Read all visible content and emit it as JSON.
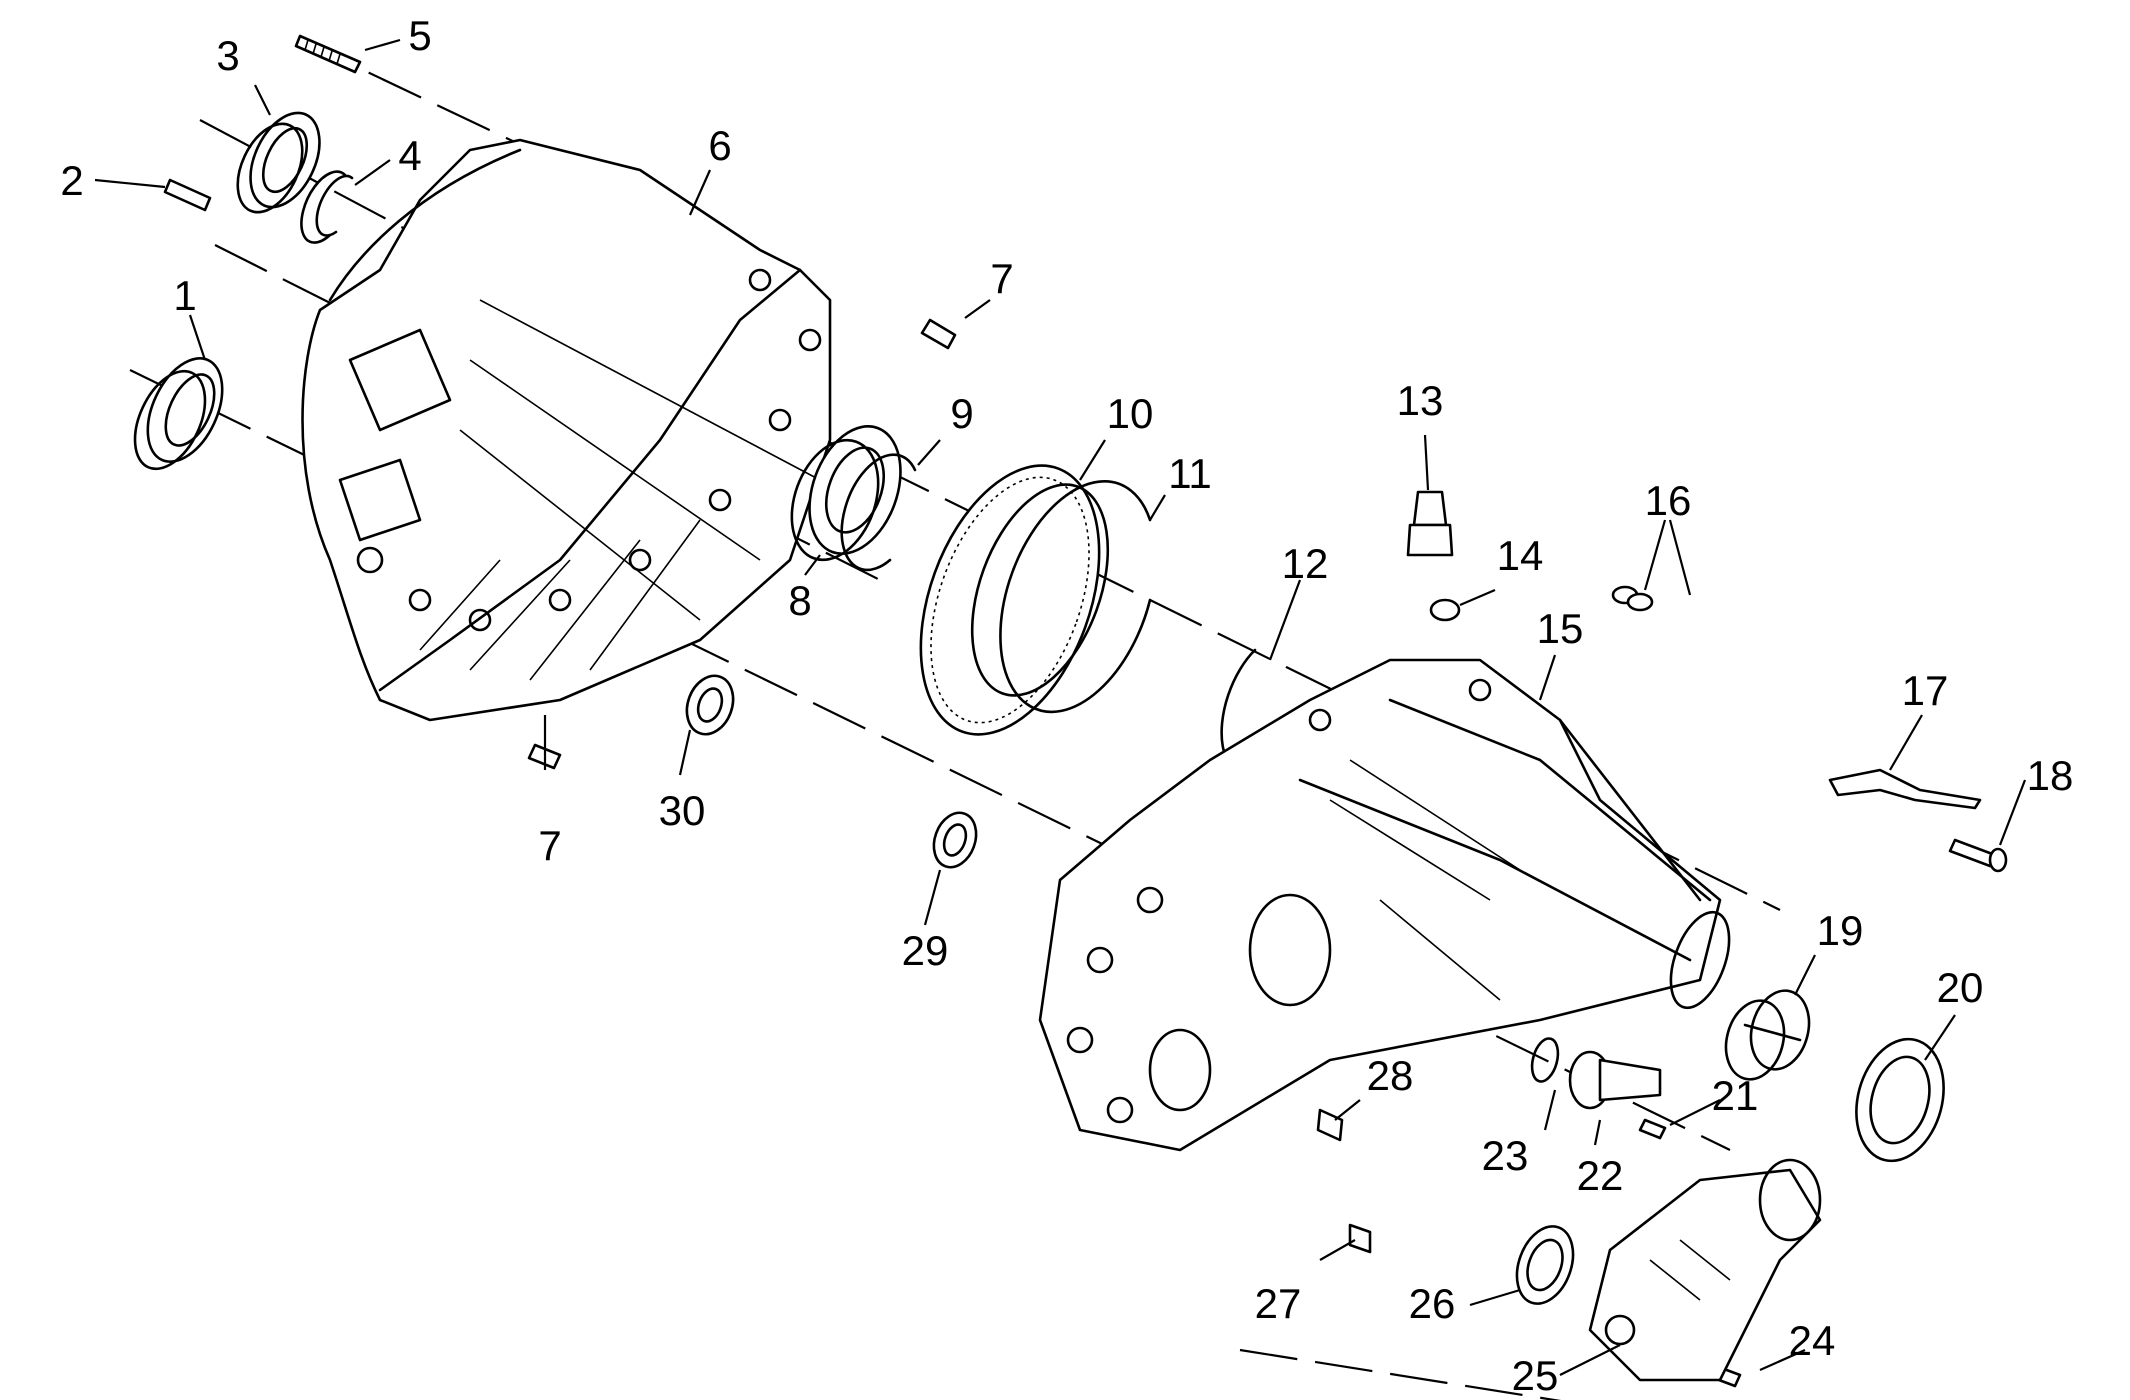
{
  "callouts": [
    {
      "id": "1",
      "label": "1"
    },
    {
      "id": "2",
      "label": "2"
    },
    {
      "id": "3",
      "label": "3"
    },
    {
      "id": "4",
      "label": "4"
    },
    {
      "id": "5",
      "label": "5"
    },
    {
      "id": "6",
      "label": "6"
    },
    {
      "id": "7a",
      "label": "7"
    },
    {
      "id": "7b",
      "label": "7"
    },
    {
      "id": "8",
      "label": "8"
    },
    {
      "id": "9",
      "label": "9"
    },
    {
      "id": "10",
      "label": "10"
    },
    {
      "id": "11",
      "label": "11"
    },
    {
      "id": "12",
      "label": "12"
    },
    {
      "id": "13",
      "label": "13"
    },
    {
      "id": "14",
      "label": "14"
    },
    {
      "id": "15",
      "label": "15"
    },
    {
      "id": "16",
      "label": "16"
    },
    {
      "id": "17",
      "label": "17"
    },
    {
      "id": "18",
      "label": "18"
    },
    {
      "id": "19",
      "label": "19"
    },
    {
      "id": "20",
      "label": "20"
    },
    {
      "id": "21",
      "label": "21"
    },
    {
      "id": "22",
      "label": "22"
    },
    {
      "id": "23",
      "label": "23"
    },
    {
      "id": "24",
      "label": "24"
    },
    {
      "id": "25",
      "label": "25"
    },
    {
      "id": "26",
      "label": "26"
    },
    {
      "id": "27",
      "label": "27"
    },
    {
      "id": "28",
      "label": "28"
    },
    {
      "id": "29",
      "label": "29"
    },
    {
      "id": "30",
      "label": "30"
    }
  ]
}
